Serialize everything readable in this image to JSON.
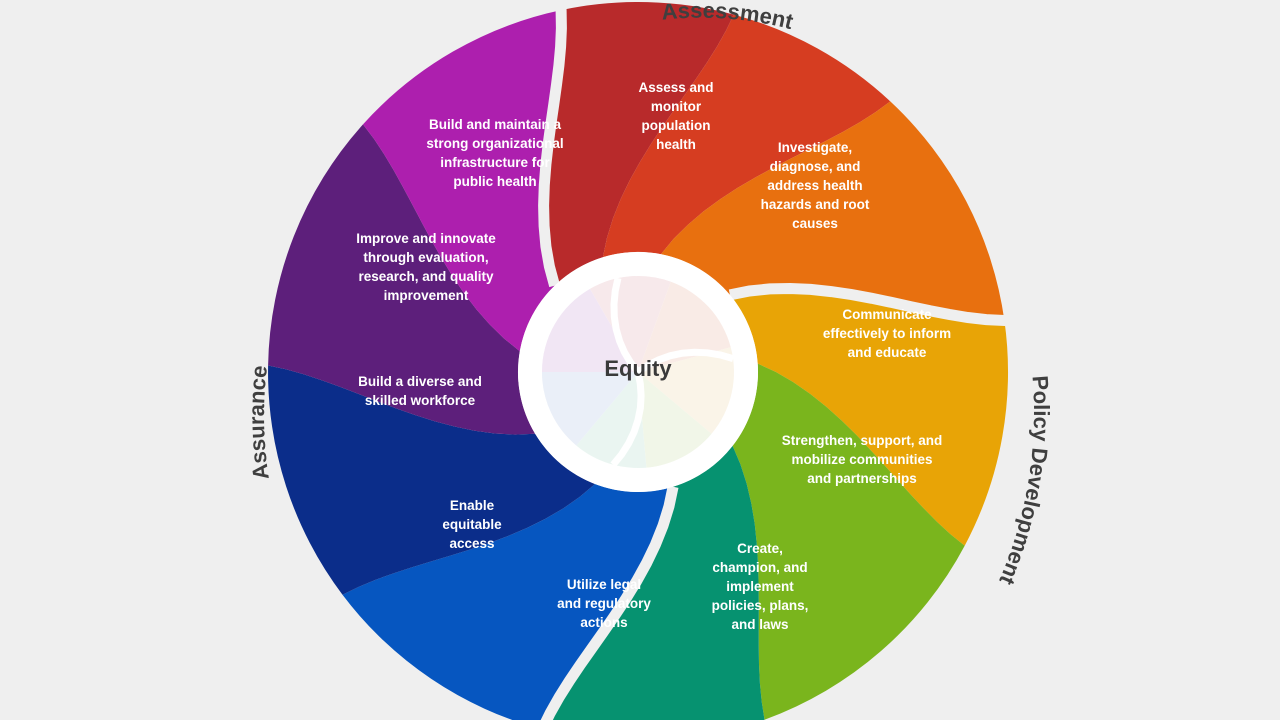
{
  "center": {
    "label": "Equity"
  },
  "domains": {
    "assessment": "Assessment",
    "policy": "Policy Development",
    "assurance": "Assurance"
  },
  "services": [
    {
      "id": "assess",
      "lines": [
        "Assess and",
        "monitor",
        "population",
        "health"
      ],
      "color": "#b82a2b"
    },
    {
      "id": "investigate",
      "lines": [
        "Investigate,",
        "diagnose, and",
        "address health",
        "hazards and root",
        "causes"
      ],
      "color": "#d63d21"
    },
    {
      "id": "communicate",
      "lines": [
        "Communicate",
        "effectively to inform",
        "and educate"
      ],
      "color": "#e8700f"
    },
    {
      "id": "strengthen",
      "lines": [
        "Strengthen, support, and",
        "mobilize communities",
        "and partnerships"
      ],
      "color": "#e8a406"
    },
    {
      "id": "policies",
      "lines": [
        "Create,",
        "champion, and",
        "implement",
        "policies, plans,",
        "and laws"
      ],
      "color": "#7ab51d"
    },
    {
      "id": "legal",
      "lines": [
        "Utilize legal",
        "and regulatory",
        "actions"
      ],
      "color": "#069270"
    },
    {
      "id": "access",
      "lines": [
        "Enable",
        "equitable",
        "access"
      ],
      "color": "#0656c0"
    },
    {
      "id": "workforce",
      "lines": [
        "Build a diverse and",
        "skilled workforce"
      ],
      "color": "#0b2d8a"
    },
    {
      "id": "improve",
      "lines": [
        "Improve and innovate",
        "through evaluation,",
        "research, and quality",
        "improvement"
      ],
      "color": "#5d1f7b"
    },
    {
      "id": "infrastructure",
      "lines": [
        "Build and maintain a",
        "strong organizational",
        "infrastructure for",
        "public health"
      ],
      "color": "#ad1fae"
    }
  ]
}
